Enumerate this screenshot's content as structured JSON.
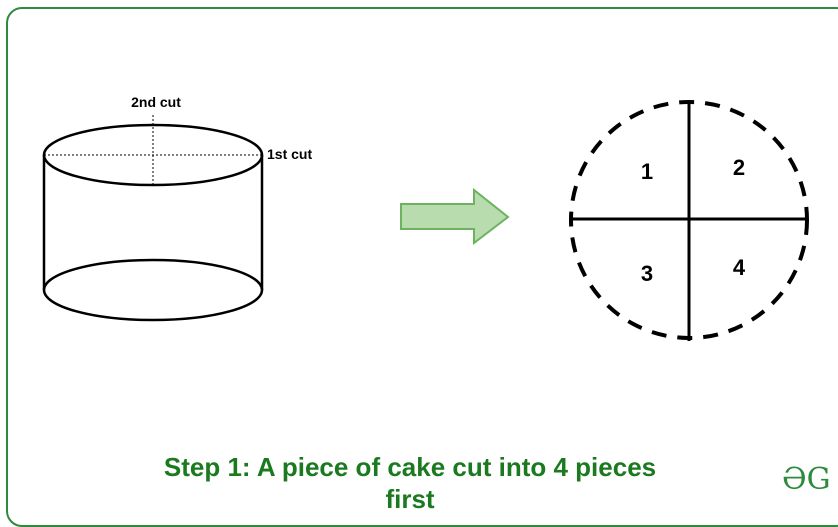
{
  "diagram": {
    "cut_labels": {
      "second": "2nd cut",
      "first": "1st cut"
    },
    "pieces": [
      "1",
      "2",
      "3",
      "4"
    ],
    "caption": {
      "line1": "Step 1: A piece of cake cut into 4 pieces",
      "line2": "first"
    },
    "logo": "ƏG"
  },
  "colors": {
    "border": "#2e8b3e",
    "arrow_fill": "#b8dcae",
    "arrow_stroke": "#6db35f",
    "caption": "#1b7a1f"
  },
  "icons": {
    "arrow": "right-arrow-icon",
    "logo": "gfg-logo-icon"
  }
}
